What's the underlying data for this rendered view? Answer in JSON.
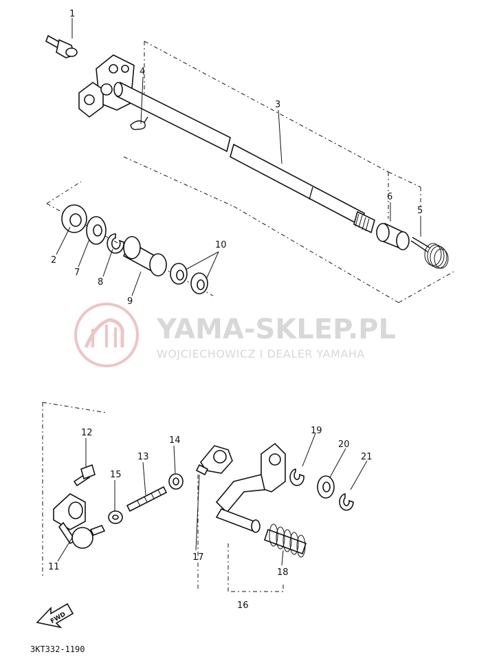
{
  "watermark": {
    "title": "YAMA-SKLEP.PL",
    "subtitle": "WOJCIECHOWICZ I DEALER YAMAHA",
    "logo_icon": "yamaha-tuning-fork-logo",
    "color": "#e8b4b4"
  },
  "callouts": {
    "p1": "1",
    "p2": "2",
    "p3": "3",
    "p4": "4",
    "p5": "5",
    "p6": "6",
    "p7": "7",
    "p8": "8",
    "p9": "9",
    "p10": "10",
    "p11": "11",
    "p12": "12",
    "p13": "13",
    "p14": "14",
    "p15": "15",
    "p16": "16",
    "p17": "17",
    "p18": "18",
    "p19": "19",
    "p20": "20",
    "p21": "21"
  },
  "direction_marker": {
    "label": "FWD",
    "icon": "forward-arrow-icon"
  },
  "diagram_code": "3KT332-1190"
}
